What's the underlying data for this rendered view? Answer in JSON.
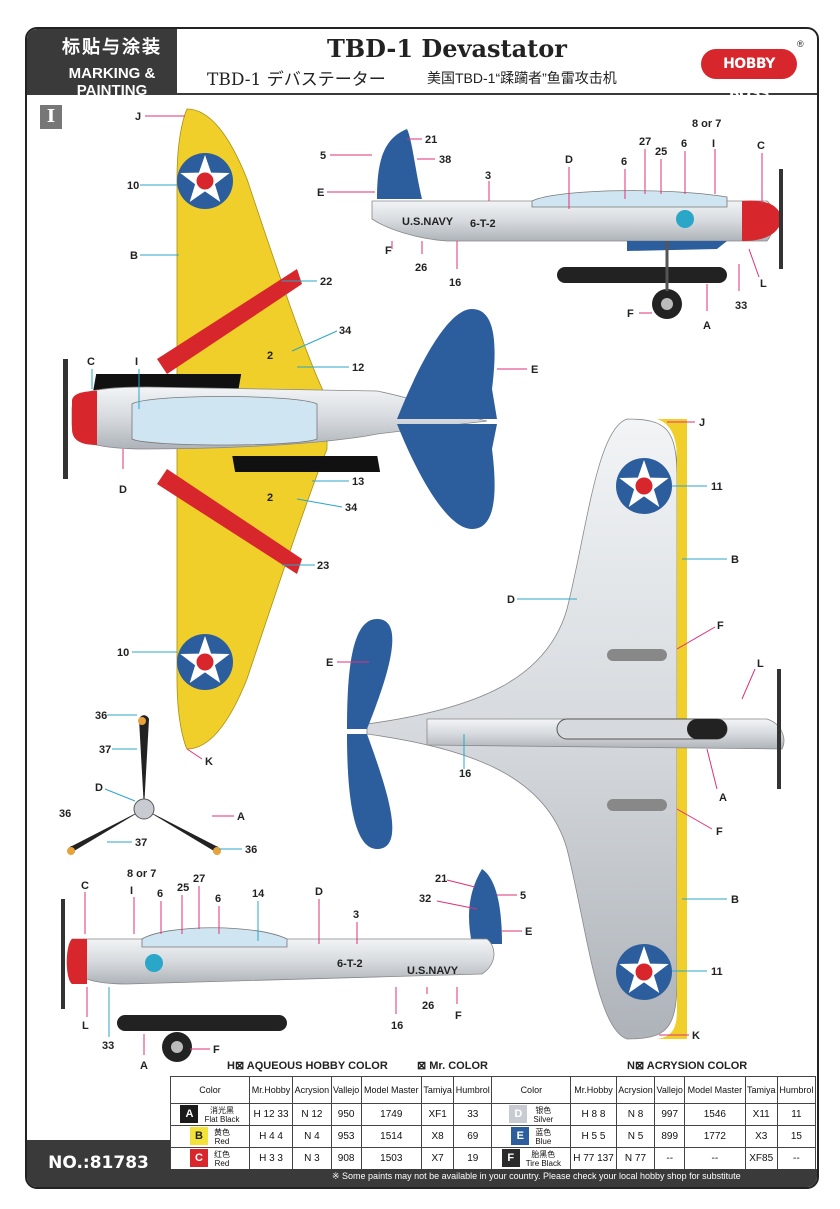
{
  "header": {
    "title_cn": "标贴与涂装",
    "title_en": "MARKING & PAINTING",
    "model_name": "TBD-1 Devastator",
    "model_name_jp": "TBD-1 デバステーター",
    "model_name_cn": "美国TBD-1“蹂躏者”鱼雷攻击机",
    "brand": "HOBBY BOSS",
    "reg_mark": "®"
  },
  "section_marker": "I",
  "aircraft": {
    "fuselage_code": "6-T-2",
    "navy_text": "U.S.NAVY",
    "wing_number": "2"
  },
  "callouts": {
    "top_side": [
      "21",
      "5",
      "38",
      "E",
      "3",
      "D",
      "6",
      "27",
      "25",
      "6",
      "8 or 7",
      "I",
      "C",
      "F",
      "26",
      "16",
      "F",
      "A",
      "33",
      "L"
    ],
    "top_view": [
      "J",
      "10",
      "B",
      "22",
      "34",
      "12",
      "C",
      "I",
      "E",
      "D",
      "13",
      "34",
      "23",
      "10",
      "K"
    ],
    "bottom_view": [
      "J",
      "11",
      "B",
      "D",
      "F",
      "L",
      "E",
      "16",
      "A",
      "F",
      "B",
      "11",
      "K"
    ],
    "prop": [
      "36",
      "37",
      "D",
      "A",
      "36",
      "37",
      "36"
    ],
    "bottom_side": [
      "C",
      "8 or 7",
      "I",
      "6",
      "25",
      "27",
      "6",
      "14",
      "D",
      "3",
      "21",
      "32",
      "5",
      "E",
      "L",
      "33",
      "A",
      "F",
      "16",
      "26",
      "F"
    ]
  },
  "legend": {
    "h_brand": "H⊠ AQUEOUS HOBBY COLOR",
    "m_brand": "⊠ Mr. COLOR",
    "n_brand": "N⊠ ACRYSION COLOR"
  },
  "paint_table": {
    "headers": [
      "Color",
      "Mr.Hobby",
      "Acrysion",
      "Vallejo",
      "Model Master",
      "Tamiya",
      "Humbrol"
    ],
    "rows": [
      {
        "code": "A",
        "swatch": "#1a1a1a",
        "cn": "消光黑",
        "en": "Flat Black",
        "mr_hobby": "H 12 33",
        "acrysion": "N 12",
        "vallejo": "950",
        "model_master": "1749",
        "tamiya": "XF1",
        "humbrol": "33"
      },
      {
        "code": "B",
        "swatch": "#f2e23a",
        "cn": "黄色",
        "en": "Red",
        "mr_hobby": "H 4 4",
        "acrysion": "N 4",
        "vallejo": "953",
        "model_master": "1514",
        "tamiya": "X8",
        "humbrol": "69"
      },
      {
        "code": "C",
        "swatch": "#d7262c",
        "cn": "红色",
        "en": "Red",
        "mr_hobby": "H 3 3",
        "acrysion": "N 3",
        "vallejo": "908",
        "model_master": "1503",
        "tamiya": "X7",
        "humbrol": "19"
      },
      {
        "code": "D",
        "swatch": "#c8ccd2",
        "cn": "银色",
        "en": "Silver",
        "mr_hobby": "H 8 8",
        "acrysion": "N 8",
        "vallejo": "997",
        "model_master": "1546",
        "tamiya": "X11",
        "humbrol": "11"
      },
      {
        "code": "E",
        "swatch": "#2c5e9e",
        "cn": "蓝色",
        "en": "Blue",
        "mr_hobby": "H 5 5",
        "acrysion": "N 5",
        "vallejo": "899",
        "model_master": "1772",
        "tamiya": "X3",
        "humbrol": "15"
      },
      {
        "code": "F",
        "swatch": "#2a2a2a",
        "cn": "胎黑色",
        "en": "Tire Black",
        "mr_hobby": "H 77 137",
        "acrysion": "N 77",
        "vallejo": "--",
        "model_master": "--",
        "tamiya": "XF85",
        "humbrol": "--"
      }
    ]
  },
  "footer": {
    "product_no": "NO.:81783",
    "note": "※ Some paints may not be available in your country. Please check your local hobby shop for substitute"
  },
  "colors": {
    "header_bg": "#3a3a3a",
    "yellow": "#f0cf2a",
    "blue": "#2c5e9e",
    "red": "#d7262c",
    "silver": "#d9dde2"
  }
}
